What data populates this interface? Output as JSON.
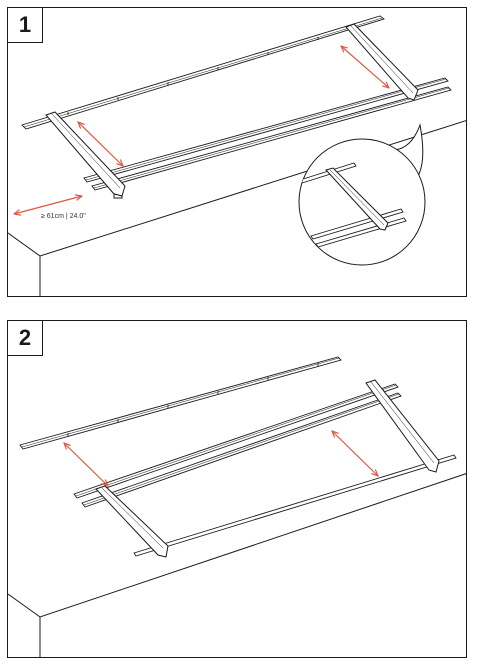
{
  "steps": [
    {
      "number": "1",
      "distance_label": "≥ 61cm | 24.0\""
    },
    {
      "number": "2"
    }
  ],
  "colors": {
    "line": "#1a1a1a",
    "arrow": "#e0563f",
    "background": "#ffffff"
  }
}
